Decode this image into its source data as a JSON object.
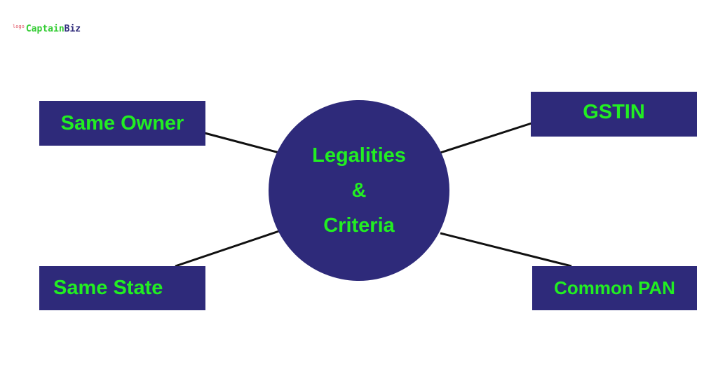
{
  "logo": {
    "small": "logo",
    "brand_part1": "Captain",
    "brand_part2": "Biz"
  },
  "center": {
    "line1": "Legalities",
    "line2": "&",
    "line3": "Criteria"
  },
  "nodes": {
    "same_owner": "Same Owner",
    "same_state": "Same State",
    "gstin": "GSTIN",
    "common_pan": "Common PAN"
  },
  "colors": {
    "box": "#2e2a7a",
    "text": "#22ee22"
  }
}
